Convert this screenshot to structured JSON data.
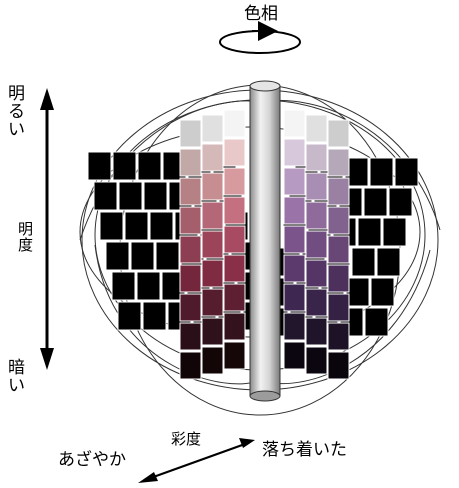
{
  "labels": {
    "hue": "色相",
    "bright": [
      "明",
      "る",
      "い"
    ],
    "lightness": [
      "明",
      "度"
    ],
    "dark": [
      "暗",
      "い"
    ],
    "saturation": "彩度",
    "vivid": "あざやか",
    "dull": "落ち着いた"
  },
  "colors": {
    "left_vivid": [
      "#f0e21a",
      "#d88a12",
      "#d84a1c",
      "#cf2530",
      "#c01a4e",
      "#aa1a66"
    ],
    "right_vivid": [
      "#2f9fb0",
      "#2f6cb5",
      "#3454ad",
      "#5b3aa0",
      "#8a2a92",
      "#a81e78"
    ],
    "front_left": [
      "#f4f4f4",
      "#e8c8c8",
      "#d79a9e",
      "#c47080",
      "#a84a62",
      "#8a2f48",
      "#5e1f33",
      "#33121d",
      "#150608"
    ],
    "front_right": [
      "#f4f4f4",
      "#d8c8dc",
      "#b79ac2",
      "#9a74a8",
      "#7c548c",
      "#5c3a6e",
      "#3e2750",
      "#22162d",
      "#0c0610"
    ],
    "axis": "#c8c8c8",
    "arrow": "#000000"
  }
}
